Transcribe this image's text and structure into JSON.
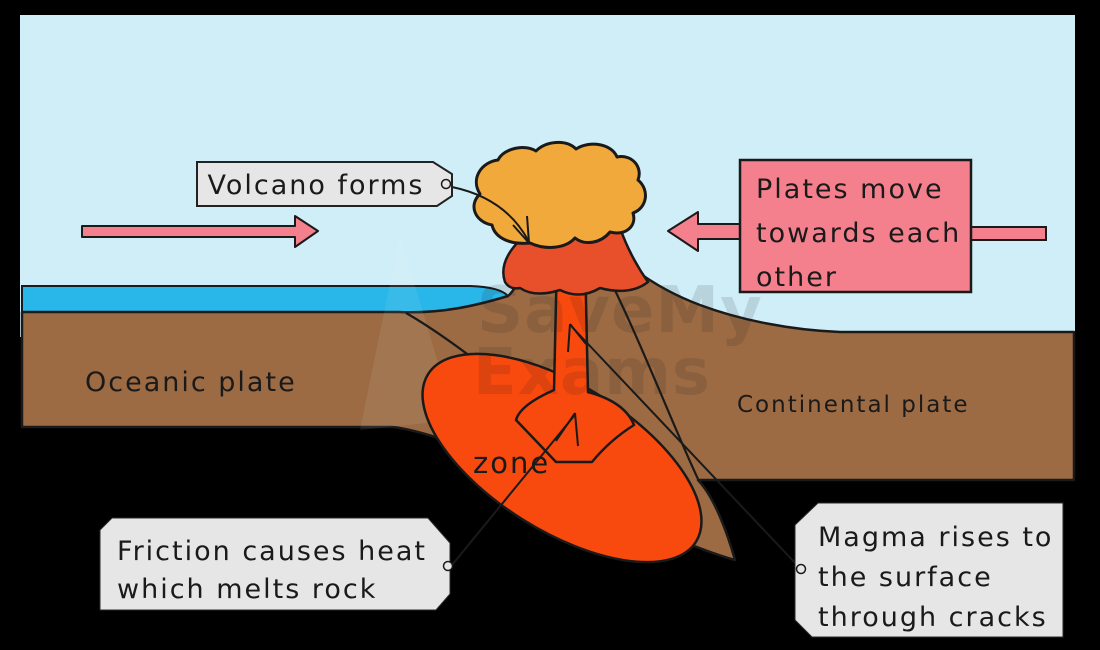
{
  "diagram": {
    "type": "subduction-zone-volcano-cross-section",
    "labels": {
      "volcano_forms": "Volcano forms",
      "plates_move": {
        "lines": [
          "Plates move",
          "towards each",
          "other"
        ]
      },
      "oceanic_plate": "Oceanic plate",
      "continental_plate": "Continental plate",
      "zone": "zone",
      "friction": {
        "lines": [
          "Friction causes heat",
          "which melts rock"
        ]
      },
      "magma": {
        "lines": [
          "Magma rises to",
          "the surface",
          "through cracks"
        ]
      }
    },
    "watermark": {
      "line1": "SaveMy",
      "line2": "Exams"
    },
    "colors": {
      "sky": "#cfeef8",
      "ocean": "#29b6e8",
      "land": "#9c6b44",
      "magma": "#f8490e",
      "crater_lava": "#e8502b",
      "eruption_cloud": "#f2a93b",
      "arrow_pink": "#f5808d",
      "tag_grey": "#e6e6e6",
      "outline": "#1a1a1a",
      "background": "#000000"
    }
  }
}
